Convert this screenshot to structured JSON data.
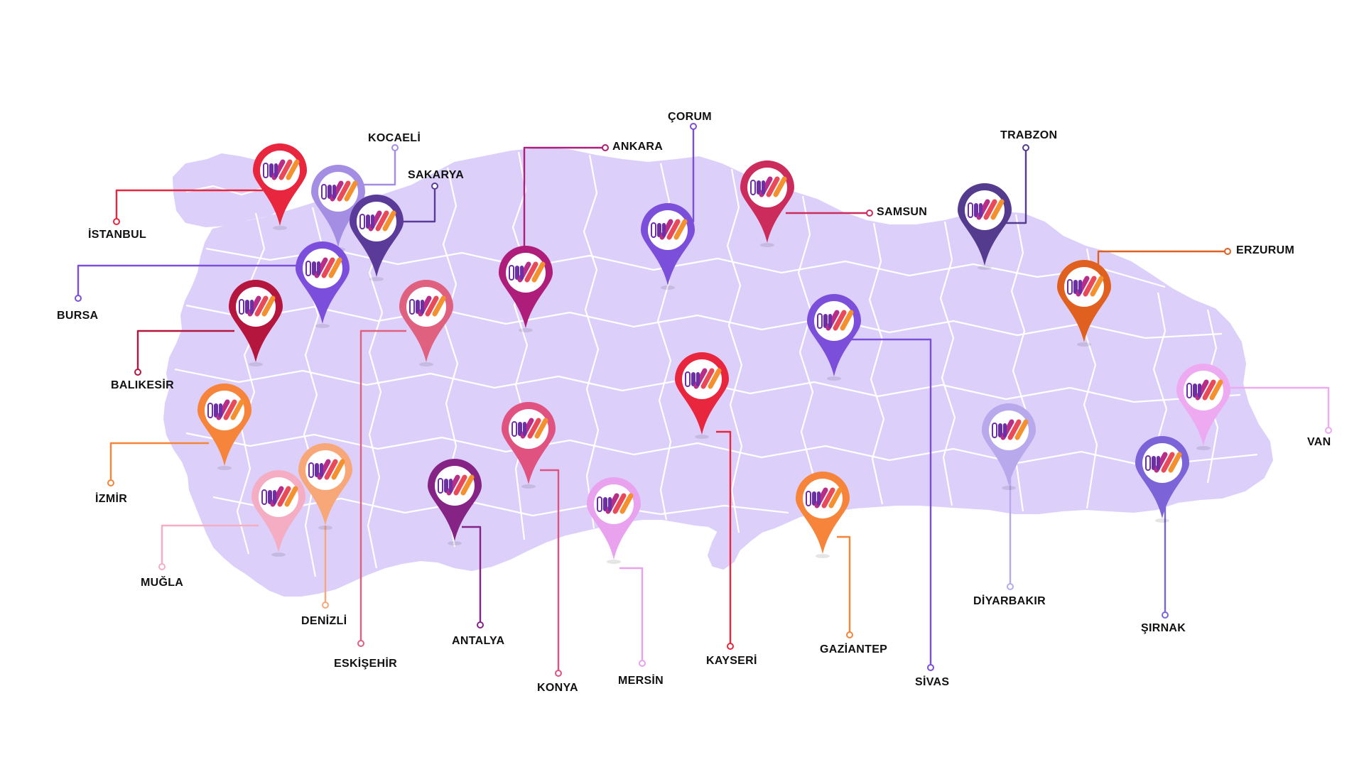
{
  "map": {
    "fill_color": "#dcd0fb",
    "border_color": "#ffffff"
  },
  "logo": {
    "bar_colors": [
      "#6d2fa8",
      "#b82d86",
      "#e94a5a",
      "#f4902e"
    ]
  },
  "cities": [
    {
      "id": "istanbul",
      "name": "İSTANBUL",
      "color": "#e8263e"
    },
    {
      "id": "kocaeli",
      "name": "KOCAELİ",
      "color": "#a48ee4"
    },
    {
      "id": "sakarya",
      "name": "SAKARYA",
      "color": "#5b3b99"
    },
    {
      "id": "bursa",
      "name": "BURSA",
      "color": "#7b4fdc"
    },
    {
      "id": "balikesir",
      "name": "BALIKESİR",
      "color": "#b5163e"
    },
    {
      "id": "eskisehir",
      "name": "ESKİŞEHİR",
      "color": "#e0607f"
    },
    {
      "id": "izmir",
      "name": "İZMİR",
      "color": "#f6843a"
    },
    {
      "id": "denizli",
      "name": "DENİZLİ",
      "color": "#f8a878"
    },
    {
      "id": "mugla",
      "name": "MUĞLA",
      "color": "#f4adc2"
    },
    {
      "id": "antalya",
      "name": "ANTALYA",
      "color": "#862486"
    },
    {
      "id": "konya",
      "name": "KONYA",
      "color": "#e05381"
    },
    {
      "id": "ankara",
      "name": "ANKARA",
      "color": "#ad1d79"
    },
    {
      "id": "corum",
      "name": "ÇORUM",
      "color": "#7c4fdb"
    },
    {
      "id": "mersin",
      "name": "MERSİN",
      "color": "#e8a2ee"
    },
    {
      "id": "kayseri",
      "name": "KAYSERİ",
      "color": "#e8263e"
    },
    {
      "id": "samsun",
      "name": "SAMSUN",
      "color": "#cb2c5b"
    },
    {
      "id": "sivas",
      "name": "SİVAS",
      "color": "#7c4fdb"
    },
    {
      "id": "gaziantep",
      "name": "GAZİANTEP",
      "color": "#f6843a"
    },
    {
      "id": "trabzon",
      "name": "TRABZON",
      "color": "#543b8e"
    },
    {
      "id": "erzurum",
      "name": "ERZURUM",
      "color": "#e0611f"
    },
    {
      "id": "diyarbakir",
      "name": "DİYARBAKIR",
      "color": "#b8a8ec"
    },
    {
      "id": "sirnak",
      "name": "ŞIRNAK",
      "color": "#7c63d8"
    },
    {
      "id": "van",
      "name": "VAN",
      "color": "#eeaaf0"
    }
  ]
}
